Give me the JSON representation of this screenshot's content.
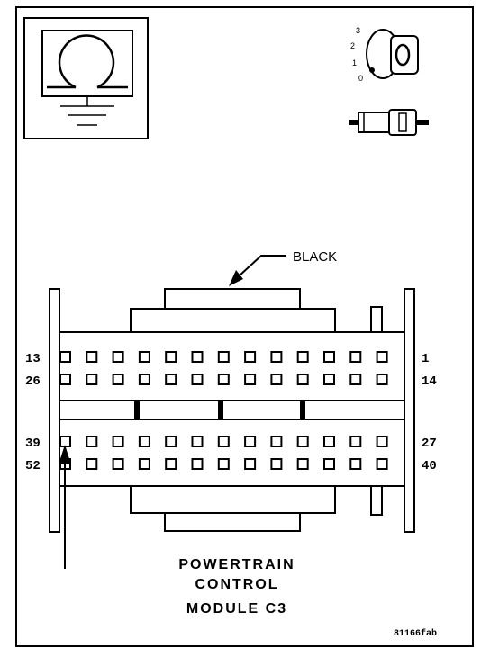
{
  "color_callout_label": "BLACK",
  "pin_labels": {
    "upper_left_row1": "13",
    "upper_left_row2": "26",
    "upper_right_row1": "1",
    "upper_right_row2": "14",
    "lower_left_row1": "39",
    "lower_left_row2": "52",
    "lower_right_row1": "27",
    "lower_right_row2": "40"
  },
  "title_lines": [
    "POWERTRAIN",
    "CONTROL",
    "MODULE C3"
  ],
  "figure_id": "81166fab",
  "ignition_positions": [
    "3",
    "2",
    "1",
    "0"
  ],
  "ground_symbol": "ground-icon"
}
